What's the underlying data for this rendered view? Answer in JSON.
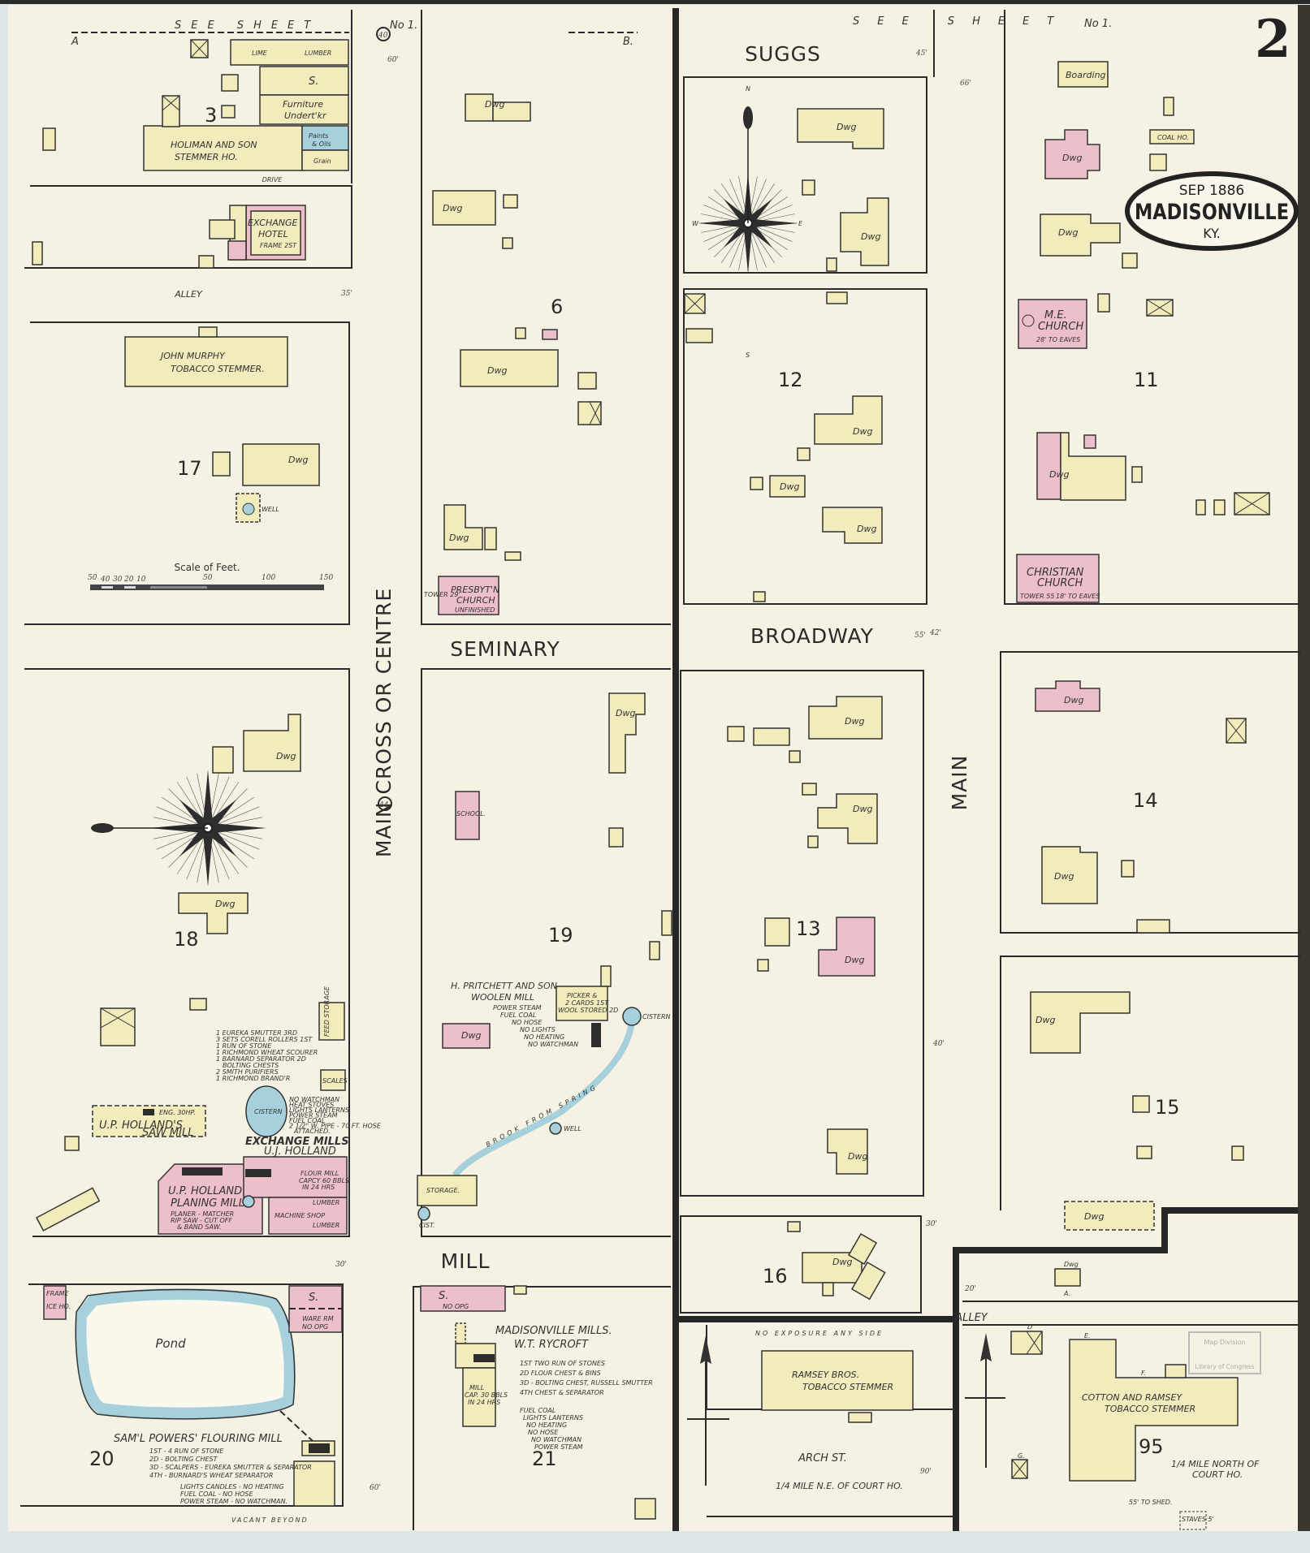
{
  "sheet": {
    "number": "2",
    "see_sheet_left": "SEE SHEET",
    "see_sheet_left_no": "No 1.",
    "see_sheet_right": "SEE SHEET",
    "see_sheet_right_no": "No 1.",
    "marker_a": "A",
    "marker_b": "B."
  },
  "cartouche": {
    "date": "SEP 1886",
    "town": "MADISONVILLE",
    "state": "KY."
  },
  "streets": {
    "suggs": "SUGGS",
    "seminary": "SEMINARY",
    "broadway": "BROADWAY",
    "mill": "MILL",
    "main_cross": "MAIN CROSS OR CENTRE",
    "main": "MAIN",
    "arch": "ARCH ST.",
    "alley_left": "ALLEY",
    "alley_right": "ALLEY",
    "drive": "DRIVE"
  },
  "blocks": {
    "b3": "3",
    "b6": "6",
    "b11": "11",
    "b12": "12",
    "b13": "13",
    "b14": "14",
    "b15": "15",
    "b16": "16",
    "b17": "17",
    "b18": "18",
    "b19": "19",
    "b20": "20",
    "b21": "21",
    "b95": "95"
  },
  "buildings": {
    "dwg": "Dwg",
    "lime": "LIME",
    "lumber": "LUMBER",
    "store": "S.",
    "furniture": "Furniture",
    "undertaker": "Undert'kr",
    "holiman_1": "HOLIMAN AND SON",
    "holiman_2": "STEMMER HO.",
    "paints_1": "Paints",
    "paints_2": "& Oils",
    "grain": "Grain",
    "hotel_1": "EXCHANGE",
    "hotel_2": "HOTEL",
    "hotel_3": "FRAME 2ST",
    "murphy_1": "JOHN MURPHY",
    "murphy_2": "TOBACCO STEMMER.",
    "well": "WELL",
    "school": "SCHOOL.",
    "presby_1": "PRESBYT'N",
    "presby_2": "CHURCH",
    "presby_3": "UNFINISHED",
    "presby_tower": "TOWER 29'",
    "pritchett_1": "H. PRITCHETT AND SON",
    "pritchett_2": "WOOLEN MILL",
    "pritchett_notes": [
      "POWER STEAM",
      "FUEL COAL",
      "NO HOSE",
      "NO LIGHTS",
      "NO HEATING",
      "NO WATCHMAN"
    ],
    "picker_1": "PICKER &",
    "picker_2": "2 CARDS 1ST",
    "picker_3": "WOOL STORED 2D",
    "cistern": "CISTERN",
    "cist": "CIST.",
    "storage": "STORAGE.",
    "brook": "BROOK FROM SPRING",
    "saw_1": "U.P. HOLLAND'S",
    "saw_2": "SAW MILL",
    "eng_30": "ENG. 30HP.",
    "exmills_1": "EXCHANGE MILLS",
    "exmills_2": "U.J. HOLLAND",
    "exmills_list": [
      "1 EUREKA SMUTTER 3RD",
      "3 SETS CORELL ROLLERS 1ST",
      "1 RUN OF STONE",
      "1 RICHMOND WHEAT SCOURER",
      "1 BARNARD SEPARATOR 2D",
      "BOLTING CHESTS",
      "2 SMITH PURIFIERS",
      "1 RICHMOND BRAND'R"
    ],
    "exmills_notes": [
      "NO WATCHMAN",
      "HEAT STOVES",
      "LIGHTS LANTERNS",
      "POWER STEAM",
      "FUEL COAL",
      "2 1/2\" W. PIPE - 70 FT. HOSE",
      "ATTACHED."
    ],
    "planing_1": "U.P. HOLLAND",
    "planing_2": "PLANING MILL",
    "planing_3": "PLANER - MATCHER",
    "planing_4": "RIP SAW - CUT OFF",
    "planing_5": "& BAND SAW.",
    "flour_1": "FLOUR MILL",
    "flour_2": "CAPCY 60 BBLS",
    "flour_3": "IN 24 HRS",
    "machine_shop": "MACHINE SHOP",
    "scales": "SCALES",
    "feed_storage": "FEED STORAGE",
    "pond": "Pond",
    "ice_1": "FRAME",
    "ice_2": "ICE HO.",
    "ware_rm": "WARE RM",
    "no_opg": "NO OPG",
    "powers_title": "SAM'L POWERS' FLOURING MILL",
    "powers_list": [
      "1ST - 4 RUN OF STONE",
      "2D - BOLTING CHEST",
      "3D - SCALPERS - EUREKA SMUTTER & SEPARATOR",
      "4TH - BURNARD'S WHEAT SEPARATOR"
    ],
    "powers_notes": [
      "LIGHTS CANDLES - NO HEATING",
      "FUEL COAL - NO HOSE",
      "POWER STEAM - NO WATCHMAN."
    ],
    "vacant": "VACANT BEYOND",
    "rycroft_1": "MADISONVILLE MILLS.",
    "rycroft_2": "W.T. RYCROFT",
    "rycroft_list": [
      "1ST TWO RUN OF STONES",
      "2D FLOUR CHEST & BINS",
      "3D - BOLTING CHEST, RUSSELL SMUTTER",
      "4TH CHEST & SEPARATOR"
    ],
    "rycroft_notes": [
      "FUEL COAL",
      "LIGHTS LANTERNS",
      "NO HEATING",
      "NO HOSE",
      "NO WATCHMAN",
      "POWER STEAM"
    ],
    "mill_1": "MILL",
    "mill_2": "CAP. 30 BBLS",
    "mill_3": "IN 24 HRS",
    "boarding": "Boarding",
    "coal_ho": "COAL HO.",
    "me_1": "M.E.",
    "me_2": "CHURCH",
    "me_3": "28' TO EAVES",
    "christian_1": "CHRISTIAN",
    "christian_2": "CHURCH",
    "christian_3": "TOWER 55",
    "christian_4": "18' TO EAVES",
    "ramsey_1": "RAMSEY BROS.",
    "ramsey_2": "TOBACCO STEMMER",
    "no_exposure": "NO EXPOSURE ANY SIDE",
    "ne_court": "1/4 MILE N.E. OF COURT HO.",
    "cotton_1": "COTTON AND RAMSEY",
    "cotton_2": "TOBACCO STEMMER",
    "north_court_1": "1/4 MILE NORTH OF",
    "north_court_2": "COURT HO.",
    "shed": "55' TO SHED.",
    "staves": "STAVES 5'",
    "letters": [
      "A.",
      "D",
      "E.",
      "F.",
      "G."
    ]
  },
  "scale": {
    "title": "Scale of Feet.",
    "ticks": [
      "50",
      "40",
      "30",
      "20",
      "10",
      "50",
      "100",
      "150"
    ]
  },
  "compass": {
    "n": "N",
    "s": "S",
    "e": "E",
    "w": "W"
  },
  "street_widths": [
    "60'",
    "45'",
    "40",
    "35'",
    "44",
    "30'",
    "60'",
    "66'",
    "55'",
    "42'",
    "40'",
    "20'",
    "30'",
    "90'"
  ],
  "stamp": {
    "line1": "Map Division",
    "line2": "Library of Congress"
  },
  "colors": {
    "paper": "#f6f2e3",
    "frame": "#f2ebbb",
    "brick": "#ecbfcb",
    "stone_water": "#a6d0dc",
    "ink": "#2b2b2b"
  }
}
